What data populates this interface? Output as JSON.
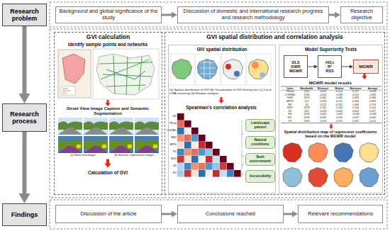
{
  "diagram": {
    "nodes": [
      {
        "text": [
          "Research problem"
        ]
      },
      {
        "text": [
          "Background and global significance of the study"
        ]
      },
      {
        "text": [
          "Discussion of domestic and international research progress and research methodology"
        ]
      },
      {
        "text": [
          "Research objective"
        ]
      },
      {
        "text": [
          "Research process"
        ]
      },
      {
        "text": [
          "GVI calculation"
        ]
      },
      {
        "text": [
          "GVI spatial distribution and correlation analysis"
        ]
      },
      {
        "text": [
          "GIV spatial distribution"
        ],
        "in": 6
      },
      {
        "text": [
          "Model Superiority Tests"
        ],
        "in": 6
      },
      {
        "text": [
          "OLS",
          "GWR",
          "MGWR"
        ],
        "in": 8
      },
      {
        "text": [
          "AICc",
          "R²",
          "RSS"
        ],
        "in": 8
      },
      {
        "text": [
          "MGWR"
        ],
        "in": 8
      },
      {
        "text": [
          "Landscape pattern"
        ],
        "in": 7
      },
      {
        "text": [
          "Natural conditions"
        ],
        "in": 7
      },
      {
        "text": [
          "Built environment"
        ],
        "in": 7
      },
      {
        "text": [
          "Accessibility"
        ],
        "in": 7
      },
      {
        "text": [
          "Findings"
        ]
      },
      {
        "text": [
          "Discussion of the article"
        ]
      },
      {
        "text": [
          "Conclusions reached"
        ]
      },
      {
        "text": [
          "Relevant recommendations"
        ]
      }
    ],
    "edges": [
      {
        "from": 0,
        "to": 4,
        "arrow": "to"
      },
      {
        "from": 4,
        "to": 16,
        "arrow": "to"
      },
      {
        "from": 1,
        "to": 2,
        "arrow": "to"
      },
      {
        "from": 2,
        "to": 3,
        "arrow": "to"
      },
      {
        "from": 9,
        "to": 10,
        "arrow": "to"
      },
      {
        "from": 10,
        "to": 11,
        "arrow": "to"
      },
      {
        "from": 17,
        "to": 18,
        "arrow": "to"
      },
      {
        "from": 18,
        "to": 19,
        "arrow": "to"
      }
    ],
    "labels": [
      "Identify sample points and networks",
      "Street View Image Capture and Semantic Segmentation",
      "(a) Street view images",
      "(b) Semantic segmentation images",
      "Calculation of GVI",
      "(a) Spatial distribution of GVI (b) Visualization of GVI fishing nets (c) Local LISA clustering (d) Hotspot analysis",
      "Spearman's correlation analysis",
      "GVI",
      "PRoad",
      "CONTAG",
      "SHDI",
      "MPFD",
      "RD",
      "NDVI",
      "SD",
      "ED",
      "MGWR model results",
      "Index",
      "Bandwidth",
      "Minimum",
      "Median",
      "Maximum",
      "Average",
      "PRoad",
      "1312",
      "-0.055",
      "0.014",
      "0.137",
      "0.030",
      "CONTAG",
      "1206",
      "-0.160",
      "-0.089",
      "0.014",
      "-0.081",
      "SHDI",
      "1676",
      "0.063",
      "0.066",
      "0.069",
      "0.066",
      "MPFD",
      "222",
      "-0.319",
      "0.101",
      "0.334",
      "0.093",
      "RD",
      "44",
      "-0.121",
      "0.761",
      "1.468",
      "0.776",
      "NDVI",
      "1678",
      "0.102",
      "0.104",
      "0.106",
      "0.104",
      "SD",
      "220",
      "-0.249",
      "0.042",
      "0.604",
      "0.057",
      "ED",
      "1678",
      "-0.052",
      "-0.047",
      "-0.036",
      "-0.046",
      "NTL",
      "1678",
      "0.033",
      "0.035",
      "0.037",
      "0.035",
      "DS",
      "1326",
      "-0.024",
      "0.013",
      "0.055",
      "0.014",
      "Spatial distribution map of regression coefficients based on the MGWR model"
    ]
  }
}
